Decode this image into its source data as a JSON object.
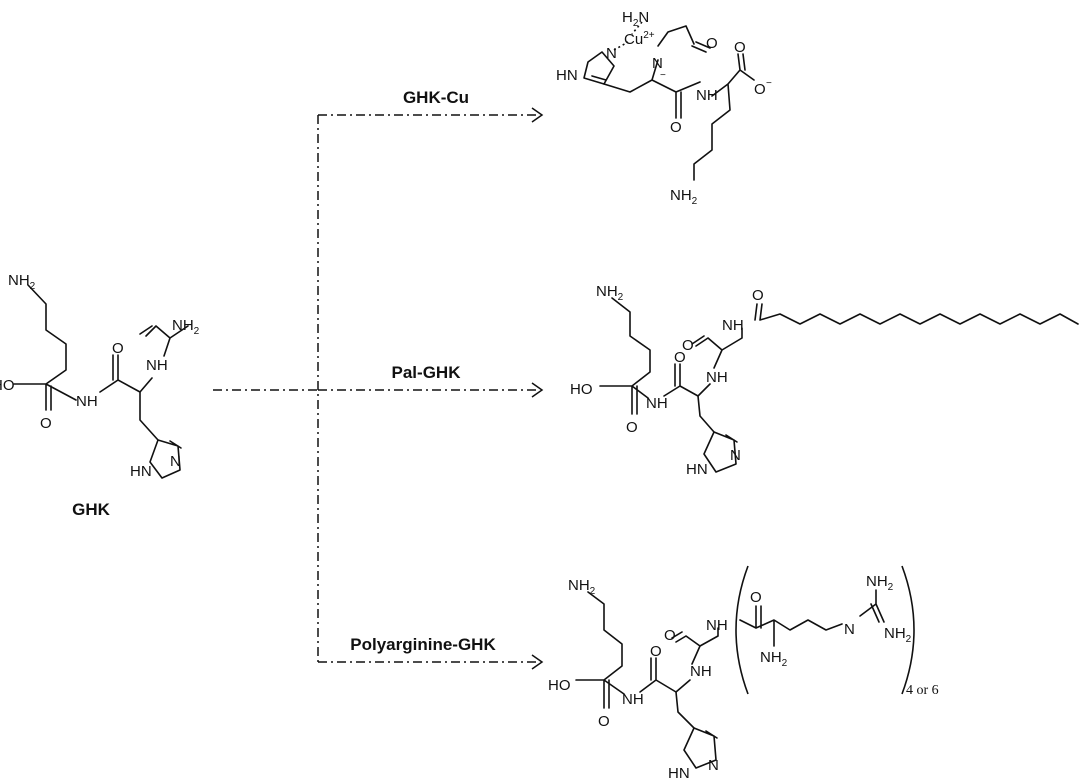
{
  "labels": {
    "ghk": "GHK",
    "ghk_cu": "GHK-Cu",
    "pal_ghk": "Pal-GHK",
    "polyarginine_ghk": "Polyarginine-GHK",
    "repeat": "4 or 6"
  },
  "atoms": {
    "nh2": "NH",
    "h2n": "H",
    "two": "2",
    "ho": "HO",
    "o": "O",
    "nh": "NH",
    "n": "N",
    "hn": "HN",
    "cu": "Cu",
    "cu_charge": "2+",
    "minus": "−"
  }
}
